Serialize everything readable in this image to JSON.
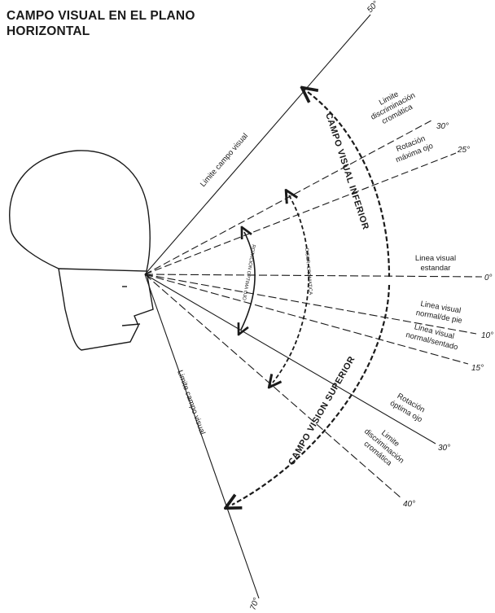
{
  "title": {
    "line1": "CAMPO VISUAL EN EL PLANO",
    "line2": "HORIZONTAL"
  },
  "degrees": {
    "up50": "50°",
    "up30": "30°",
    "up25": "25°",
    "zero": "0°",
    "down10": "10°",
    "down15": "15°",
    "down30": "30°",
    "down40": "40°",
    "down70": "70°"
  },
  "labels": {
    "limite_campo_visual_upper": "Limite campo visual",
    "limite_campo_visual_lower": "Limite campo visual",
    "limite_discr_upper": [
      "Limite",
      "discriminación",
      "cromática"
    ],
    "rotacion_maxima": [
      "Rotación",
      "máxima ojo"
    ],
    "linea_visual_estandar": [
      "Linea visual",
      "estandar"
    ],
    "linea_visual_pie": [
      "Linea visual",
      "normal/de pie"
    ],
    "linea_visual_sentado": [
      "Linea visual",
      "normal/sentado"
    ],
    "rotacion_optima": [
      "Rotación",
      "óptima ojo"
    ],
    "limite_discr_lower": [
      "Limite",
      "discriminación",
      "cromática"
    ]
  },
  "arcs": {
    "inferior": "CAMPO VISUAL INFERIOR",
    "superior": "CAMPO VISION SUPERIOR",
    "rotacion_optima_ojo": "ROTACION OPTIMA OJO",
    "discr_cromatica": "DISCR. CROMATICA"
  }
}
